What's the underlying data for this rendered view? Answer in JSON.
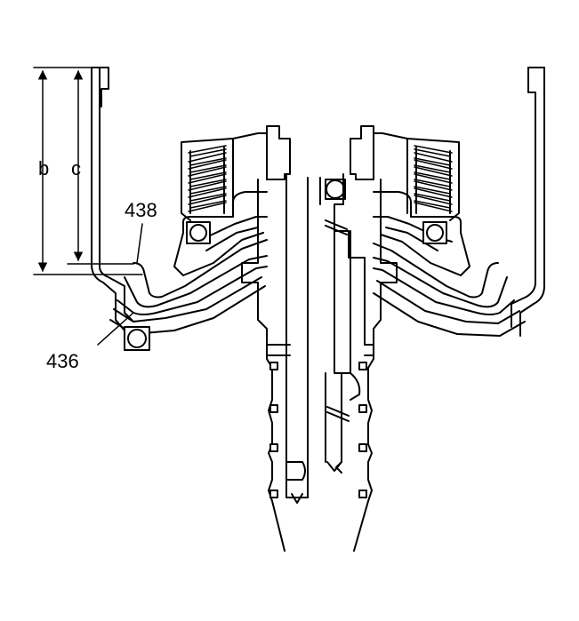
{
  "labels": {
    "dim_b": "b",
    "dim_c": "c",
    "part_438": "438",
    "part_436": "436"
  }
}
